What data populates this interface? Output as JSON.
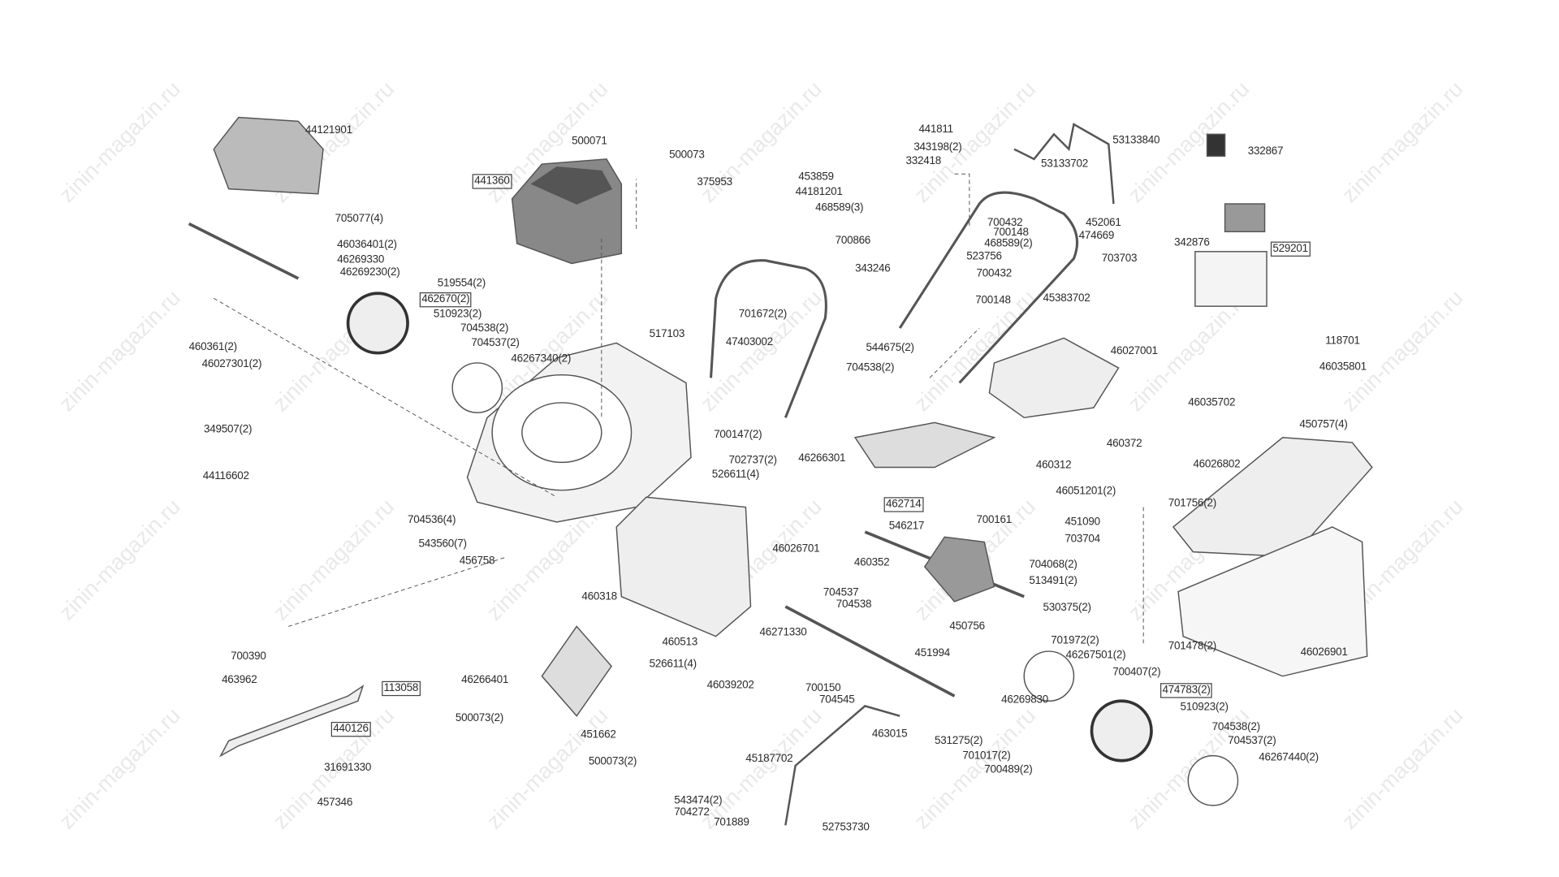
{
  "diagram": {
    "title": "",
    "watermark": "zinin-magazin.ru",
    "labels": [
      "44121901",
      "500071",
      "500073",
      "441360",
      "375953",
      "441811",
      "343198(2)",
      "332418",
      "453859",
      "44181201",
      "468589(3)",
      "53133840",
      "53133702",
      "332867",
      "705077(4)",
      "46036401(2)",
      "46269330",
      "46269230(2)",
      "519554(2)",
      "462670(2)",
      "510923(2)",
      "704538(2)",
      "704537(2)",
      "46267340(2)",
      "460361(2)",
      "46027301(2)",
      "700432",
      "700148",
      "468589(2)",
      "452061",
      "474669",
      "700866",
      "523756",
      "343246",
      "700432",
      "700148",
      "703703",
      "45383702",
      "342876",
      "529201",
      "517103",
      "47403002",
      "701672(2)",
      "544675(2)",
      "704538(2)",
      "46027001",
      "118701",
      "46035801",
      "46035702",
      "450757(4)",
      "349507(2)",
      "700147(2)",
      "702737(2)",
      "46266301",
      "460372",
      "460312",
      "46026802",
      "44116602",
      "526611(4)",
      "46051201(2)",
      "462714",
      "701756(2)",
      "704536(4)",
      "546217",
      "700161",
      "451090",
      "543560(7)",
      "46026701",
      "703704",
      "456758",
      "460352",
      "704068(2)",
      "513491(2)",
      "460318",
      "704537",
      "704538",
      "530375(2)",
      "450756",
      "46271330",
      "460513",
      "701972(2)",
      "46267501(2)",
      "451994",
      "700390",
      "526611(4)",
      "701478(2)",
      "46026901",
      "700407(2)",
      "463962",
      "113058",
      "46266401",
      "46039202",
      "700150",
      "474783(2)",
      "704545",
      "46269830",
      "510923(2)",
      "440126",
      "500073(2)",
      "463015",
      "451662",
      "531275(2)",
      "704538(2)",
      "704537(2)",
      "701017(2)",
      "45187702",
      "46267440(2)",
      "31691330",
      "700489(2)",
      "500073(2)",
      "457346",
      "543474(2)",
      "704272",
      "701889",
      "52753730"
    ]
  }
}
